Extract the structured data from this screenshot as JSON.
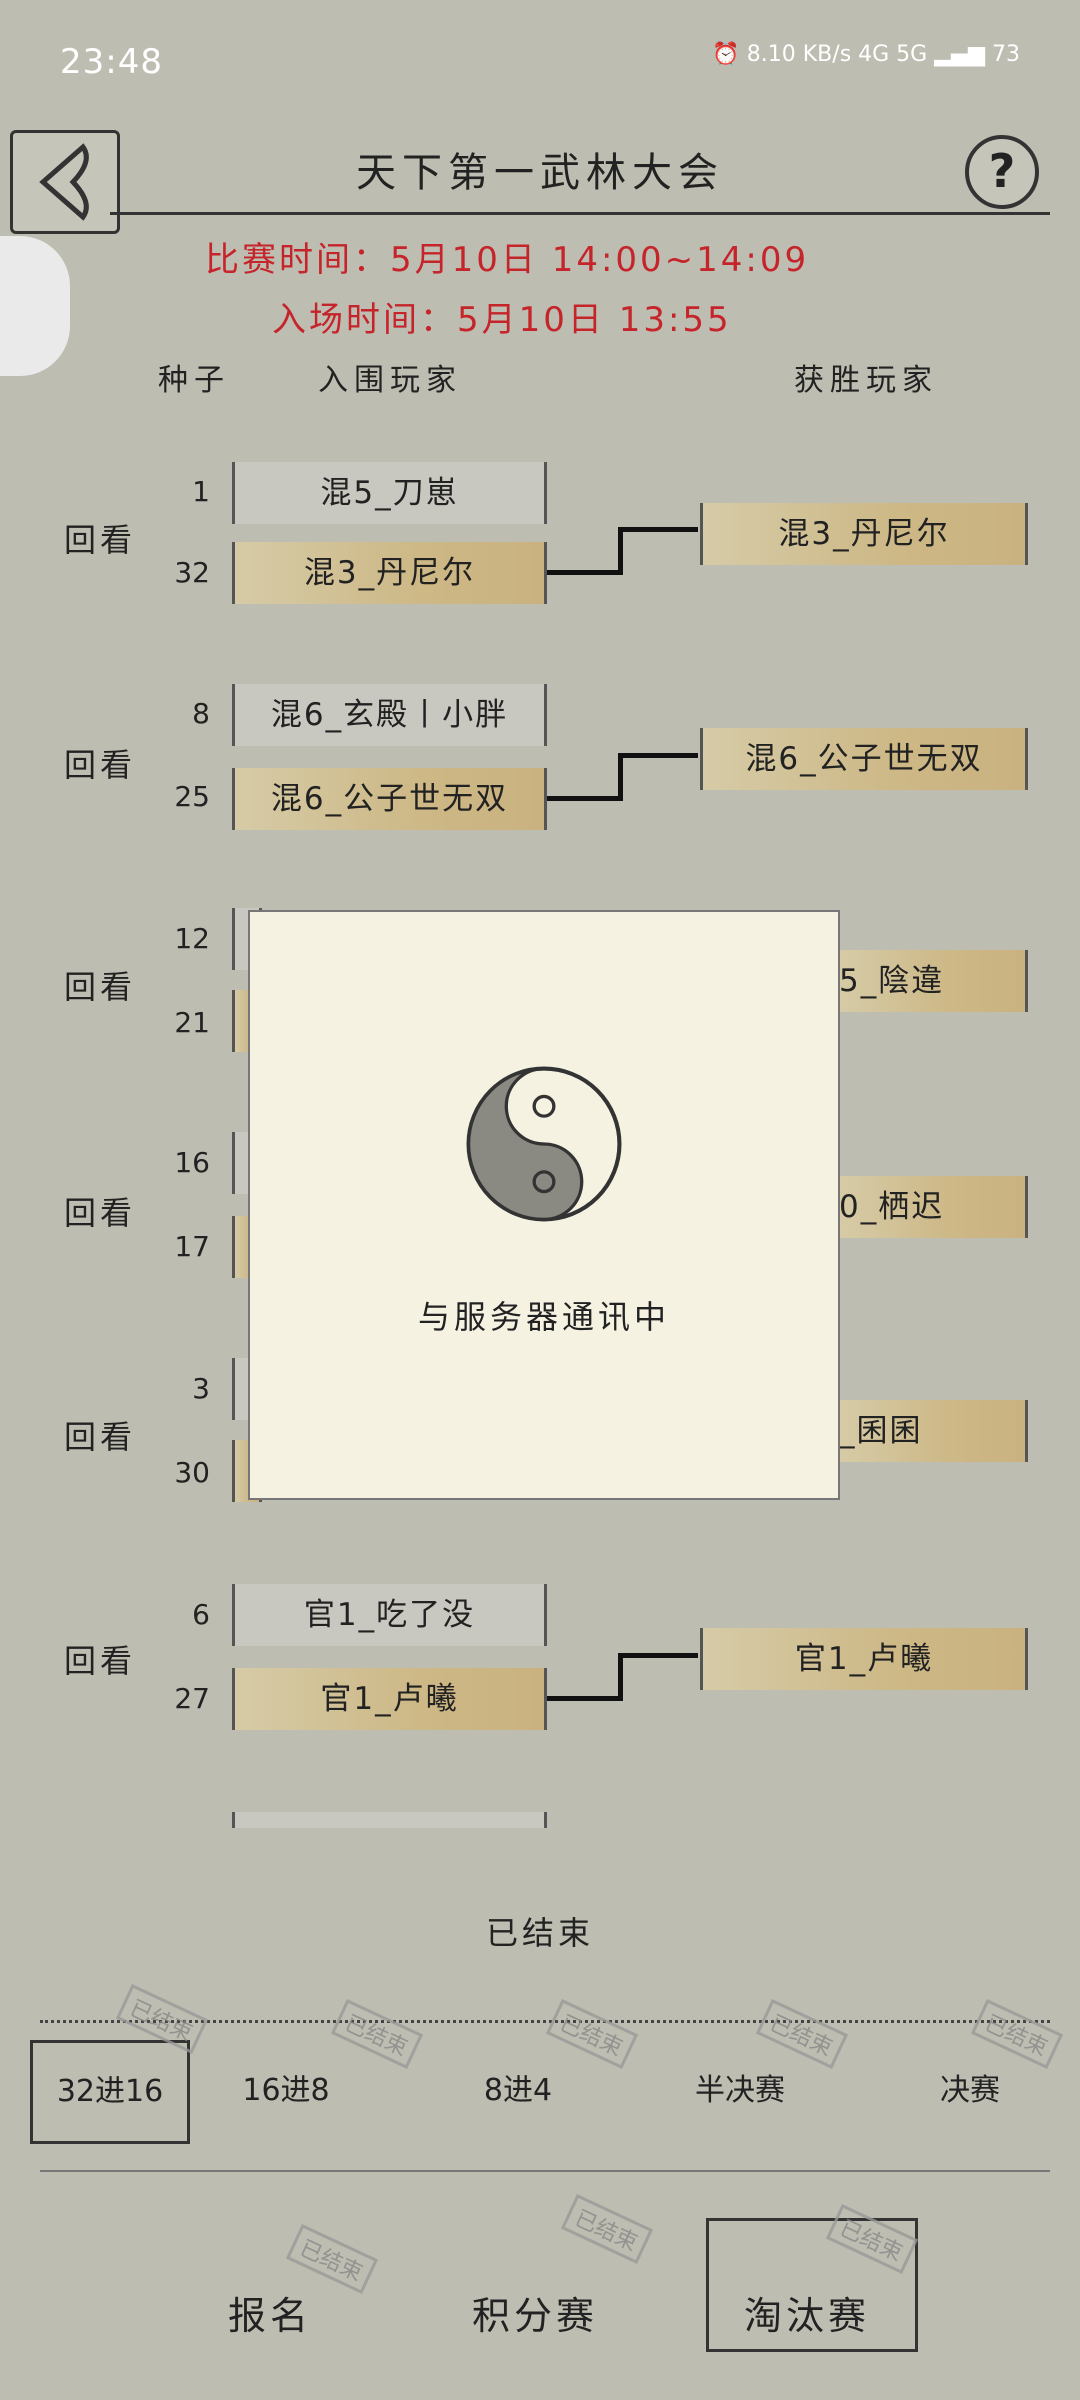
{
  "status": {
    "time": "23:48",
    "net": "8.10 KB/s  4G  5G",
    "battery": "73"
  },
  "header": {
    "title": "天下第一武林大会",
    "help": "?"
  },
  "schedule": {
    "match_time": "比赛时间：5月10日    14:00~14:09",
    "entry_time": "入场时间：5月10日    13:55"
  },
  "columns": {
    "seed": "种子",
    "players": "入围玩家",
    "winner": "获胜玩家"
  },
  "matches": [
    {
      "replay": "回看",
      "seed_a": "1",
      "player_a": "混5_刀崽",
      "seed_b": "32",
      "player_b": "混3_丹尼尔",
      "winner": "混3_丹尼尔"
    },
    {
      "replay": "回看",
      "seed_a": "8",
      "player_a": "混6_玄殿丨小胖",
      "seed_b": "25",
      "player_b": "混6_公子世无双",
      "winner": "混6_公子世无双"
    },
    {
      "replay": "回看",
      "seed_a": "12",
      "seed_b": "21",
      "winner": "5_陰違"
    },
    {
      "replay": "回看",
      "seed_a": "16",
      "seed_b": "17",
      "winner": "0_栖迟"
    },
    {
      "replay": "回看",
      "seed_a": "3",
      "seed_b": "30",
      "winner": "_囷囷"
    },
    {
      "replay": "回看",
      "seed_a": "6",
      "player_a": "官1_吃了没",
      "seed_b": "27",
      "player_b": "官1_卢曦",
      "winner": "官1_卢曦"
    }
  ],
  "modal": {
    "text": "与服务器通讯中"
  },
  "status_text": "已结束",
  "stamp": "已结束",
  "rounds": [
    "32进16",
    "16进8",
    "8进4",
    "半决赛",
    "决赛"
  ],
  "nav": [
    "报名",
    "积分赛",
    "淘汰赛"
  ],
  "colors": {
    "accent_red": "#c6242b",
    "gold": "#cdb886",
    "bg": "#bebdb1"
  }
}
